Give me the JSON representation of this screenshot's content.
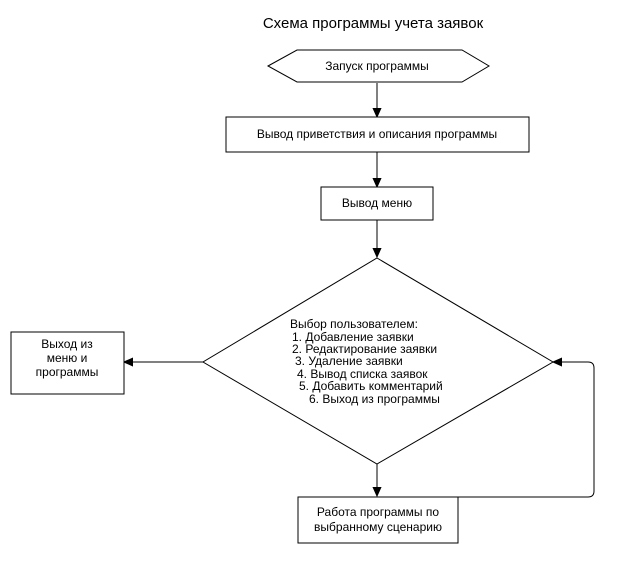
{
  "title": "Схема программы учета заявок",
  "nodes": {
    "start": {
      "shape": "hexagon",
      "label": "Запуск программы"
    },
    "greeting": {
      "shape": "rectangle",
      "label": "Вывод приветствия и описания программы"
    },
    "menu": {
      "shape": "rectangle",
      "label": "Вывод меню"
    },
    "choice": {
      "shape": "diamond",
      "lines": [
        "Выбор пользователем:",
        "1. Добавление заявки",
        "2. Редактирование заявки",
        "3. Удаление заявки",
        "4. Вывод списка заявок",
        "5. Добавить комментарий",
        "6. Выход из программы"
      ]
    },
    "exit": {
      "shape": "rectangle",
      "lines": [
        "Выход из",
        "меню и",
        "программы"
      ]
    },
    "work": {
      "shape": "rectangle",
      "lines": [
        "Работа программы по",
        "выбранному сценарию"
      ]
    }
  },
  "edges": [
    {
      "from": "start",
      "to": "greeting"
    },
    {
      "from": "greeting",
      "to": "menu"
    },
    {
      "from": "menu",
      "to": "choice"
    },
    {
      "from": "choice",
      "to": "exit"
    },
    {
      "from": "choice",
      "to": "work"
    },
    {
      "from": "work",
      "to": "choice"
    }
  ]
}
